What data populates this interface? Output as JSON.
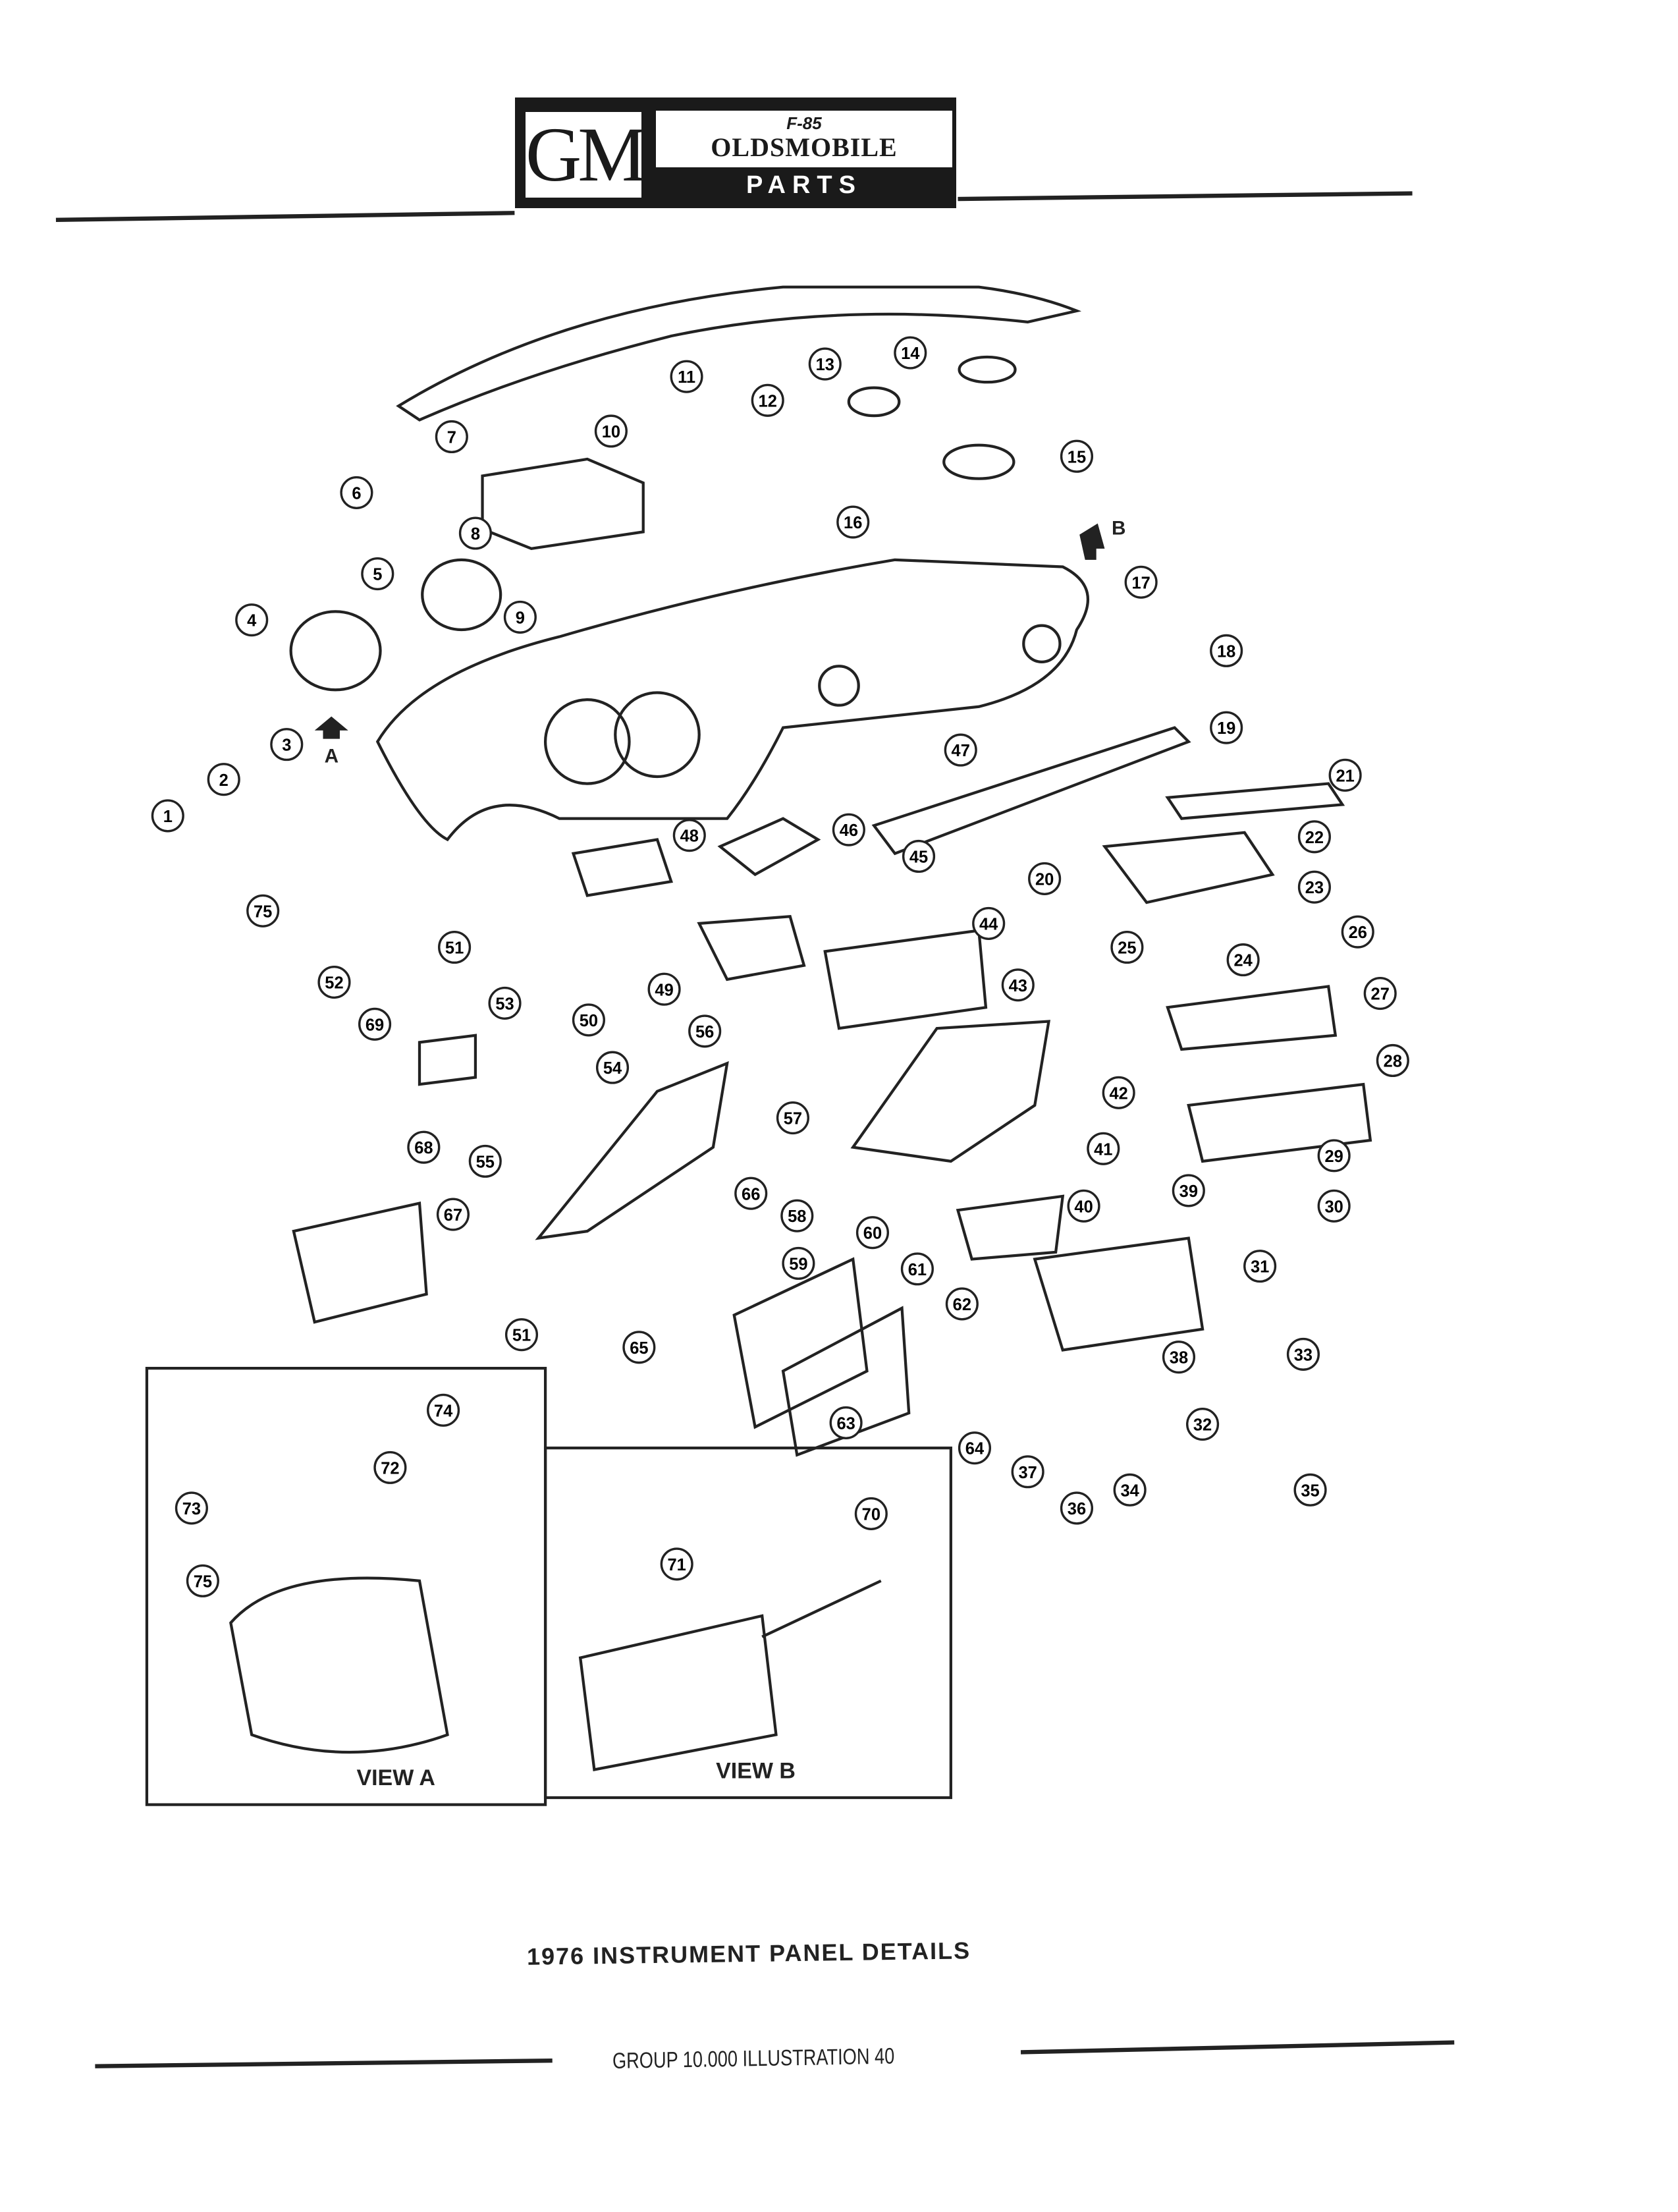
{
  "header": {
    "logo_left": "GM",
    "logo_mark": "F-85",
    "brand": "OLDSMOBILE",
    "subtitle": "PARTS CATALOGUE"
  },
  "diagram": {
    "callouts": [
      "1",
      "2",
      "3",
      "4",
      "5",
      "6",
      "7",
      "8",
      "9",
      "10",
      "11",
      "12",
      "13",
      "14",
      "15",
      "16",
      "17",
      "18",
      "19",
      "20",
      "21",
      "22",
      "23",
      "24",
      "25",
      "26",
      "27",
      "28",
      "29",
      "30",
      "31",
      "32",
      "33",
      "34",
      "35",
      "36",
      "37",
      "38",
      "39",
      "40",
      "41",
      "42",
      "43",
      "44",
      "45",
      "46",
      "47",
      "48",
      "49",
      "50",
      "51",
      "51",
      "52",
      "53",
      "54",
      "55",
      "56",
      "57",
      "58",
      "59",
      "60",
      "61",
      "62",
      "63",
      "64",
      "65",
      "66",
      "67",
      "68",
      "69",
      "70",
      "71",
      "72",
      "73",
      "74",
      "75",
      "75"
    ],
    "view_markers": [
      "A",
      "B"
    ],
    "view_a_label": "VIEW A",
    "view_b_label": "VIEW B"
  },
  "title": "1976 INSTRUMENT PANEL DETAILS",
  "footer": "GROUP  10.000  ILLUSTRATION  40"
}
